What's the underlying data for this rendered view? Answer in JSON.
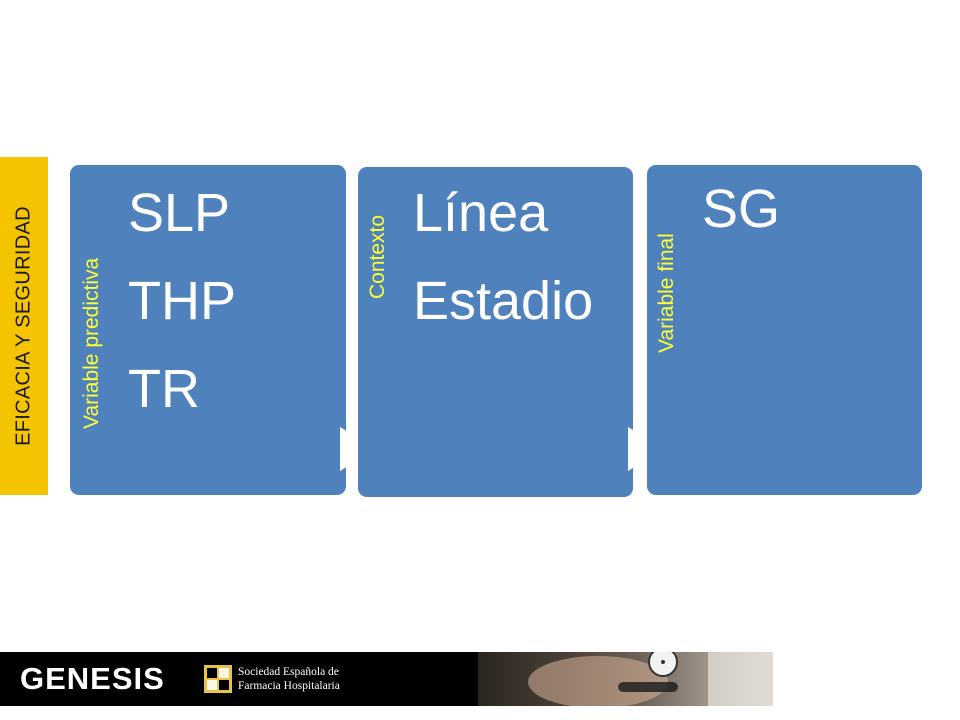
{
  "side_tab": {
    "label": "EFICACIA Y SEGURIDAD"
  },
  "boxes": [
    {
      "label": "Variable predictiva",
      "items": [
        "SLP",
        "THP",
        "TR"
      ]
    },
    {
      "label": "Contexto",
      "items": [
        "Línea",
        "Estadio"
      ]
    },
    {
      "label": "Variable final",
      "items": [
        "SG"
      ]
    }
  ],
  "footer": {
    "logo_text": "GENESIS",
    "org_line_1": "Sociedad Española de",
    "org_line_2": "Farmacia Hospitalaria"
  },
  "colors": {
    "box_fill": "#4f81bd",
    "label_yellow": "#ffff33",
    "side_tab": "#f5c400"
  }
}
